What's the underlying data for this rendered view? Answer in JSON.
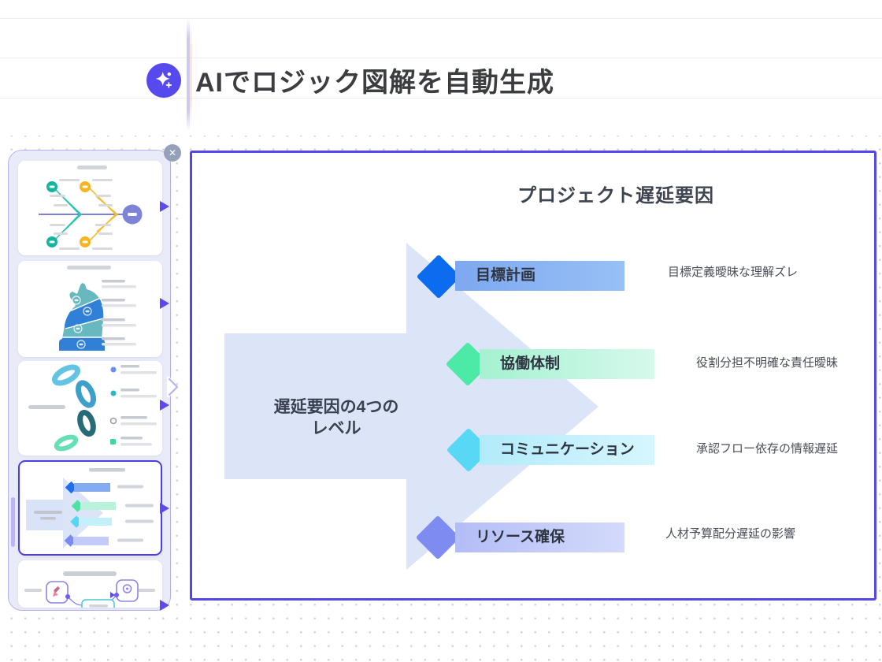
{
  "header": {
    "title": "AIでロジック図解を自動生成",
    "icon": "ai-sparkle-icon",
    "accent_color": "#5649ee"
  },
  "sidebar": {
    "close_glyph": "✕",
    "panel_border_color": "#b5b1ef",
    "selected_border_color": "#4a3fe2",
    "thumbnails": [
      {
        "name": "fishbone-diagram",
        "selected": false
      },
      {
        "name": "chess-knight-diagram",
        "selected": false
      },
      {
        "name": "rings-diagram",
        "selected": false
      },
      {
        "name": "arrow-levels-diagram",
        "selected": true
      },
      {
        "name": "flowchart-diagram",
        "selected": false
      }
    ]
  },
  "canvas": {
    "border_color": "#5247e8",
    "title": "プロジェクト遅延要因",
    "arrow_label_line1": "遅延要因の4つの",
    "arrow_label_line2": "レベル",
    "arrow_color": "#dce5f8",
    "rows": [
      {
        "label": "目標計画",
        "description": "目標定義曖昧な理解ズレ",
        "diamond_color": "#0c6cf0",
        "bar_gradient": "linear-gradient(90deg,#7ea8f0,#97c0f6)"
      },
      {
        "label": "協働体制",
        "description": "役割分担不明確な責任曖昧",
        "diamond_color": "#4de9a6",
        "bar_gradient": "linear-gradient(90deg,#a5f1d1,#d6f9ec)"
      },
      {
        "label": "コミュニケーション",
        "description": "承認フロー依存の情報遅延",
        "diamond_color": "#59d8f6",
        "bar_gradient": "linear-gradient(90deg,#b2ebfa,#d6f6fe)"
      },
      {
        "label": "リソース確保",
        "description": "人材予算配分遅延の影響",
        "diamond_color": "#7e8cf2",
        "bar_gradient": "linear-gradient(90deg,#b3bdf6,#d4dafb)"
      }
    ]
  }
}
